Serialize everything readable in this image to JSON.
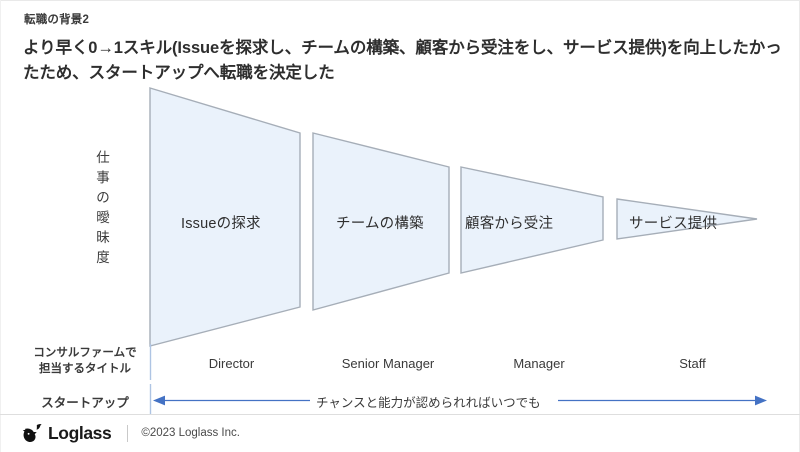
{
  "slide": {
    "eyebrow": "転職の背景2",
    "headline": "より早く0→1スキル(Issueを探求し、チームの構築、顧客から受注をし、サービス提供)を向上したかったため、スタートアップへ転職を決定した"
  },
  "diagram": {
    "y_axis_label": "仕事の曖昧度",
    "stages": [
      {
        "label": "Issueの探求",
        "title": "Director"
      },
      {
        "label": "チームの構築",
        "title": "Senior Manager"
      },
      {
        "label": "顧客から受注",
        "title": "Manager"
      },
      {
        "label": "サービス提供",
        "title": "Staff"
      }
    ],
    "row_captions": {
      "consulting_line1": "コンサルファームで",
      "consulting_line2": "担当するタイトル",
      "startup": "スタートアップ"
    },
    "arrow_caption": "チャンスと能力が認められればいつでも",
    "colors": {
      "shape_fill": "#eaf2fb",
      "shape_stroke": "#a6aeb8",
      "arrow": "#4472c4",
      "divider": "#aec4e3",
      "text": "#3c3c3c"
    }
  },
  "footer": {
    "logo_name": "loglass-whale-logo",
    "wordmark": "Loglass",
    "copyright": "©2023 Loglass Inc."
  }
}
